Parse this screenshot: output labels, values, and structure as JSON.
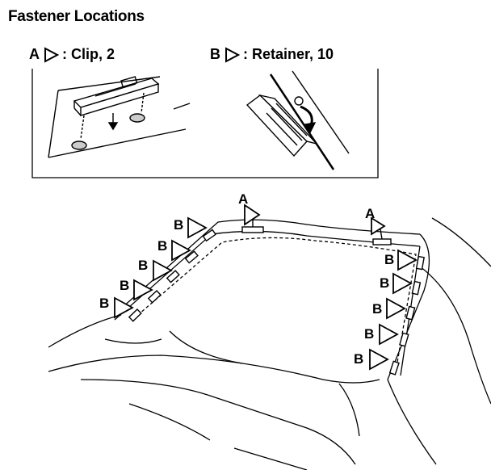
{
  "title": "Fastener Locations",
  "legend": {
    "a": {
      "letter": "A",
      "text": ": Clip, 2"
    },
    "b": {
      "letter": "B",
      "text": ": Retainer, 10"
    }
  },
  "callouts": {
    "a": "A",
    "b": "B"
  }
}
